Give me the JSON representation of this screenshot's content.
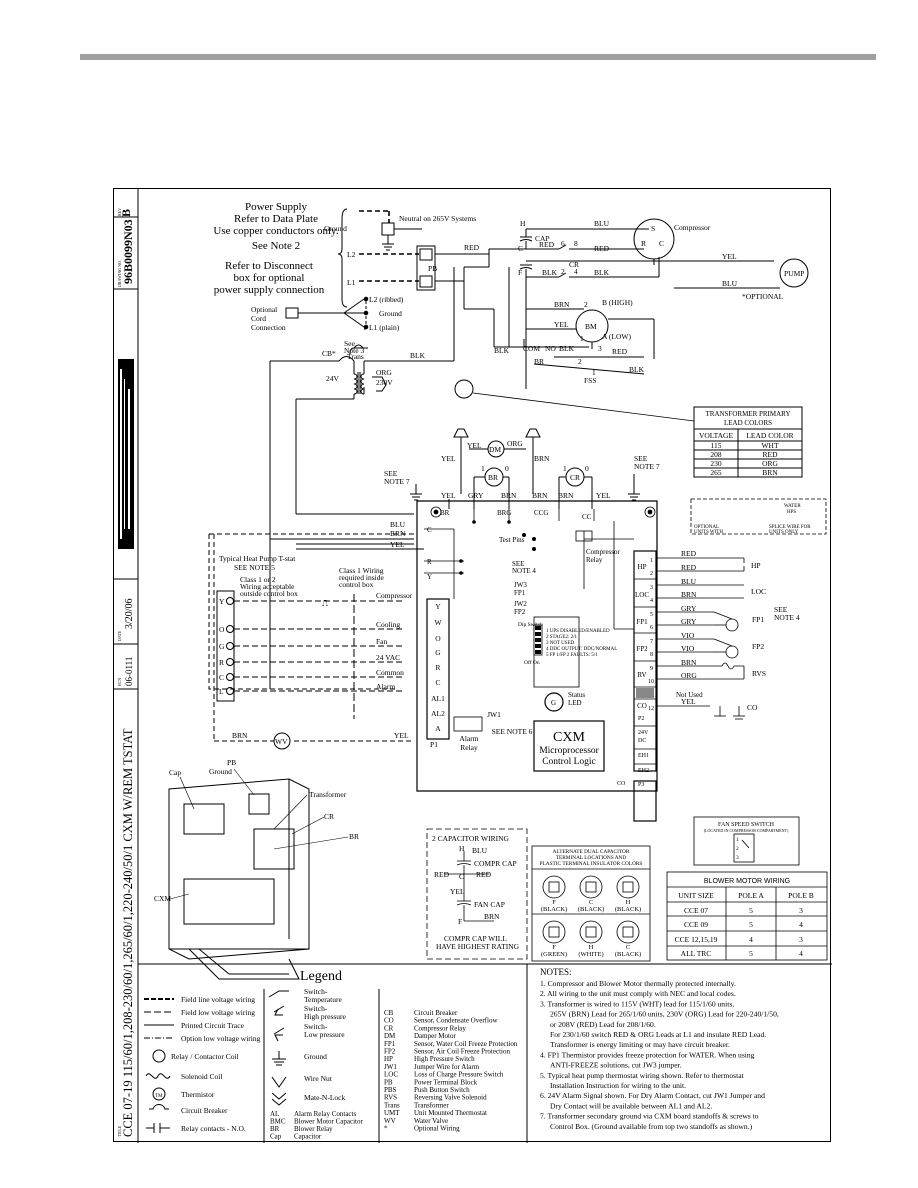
{
  "title_block": {
    "rev_label": "REV",
    "rev": "B",
    "drawing_no_label": "DRAWING NO.",
    "drawing_no": "96B0099N03",
    "date_label": "DATE",
    "date": "3/20/06",
    "ecn_label": "ECN",
    "ecn": "06-0111",
    "title_label": "TITLE",
    "title": "CCE 07-19 115/60/1,208-230/60/1,265/60/1,220-240/50/1 CXM W/REM TSTAT"
  },
  "power": {
    "supply_lines": [
      "Power Supply",
      "Refer to Data Plate",
      "Use copper conductors only.",
      "See Note 2"
    ],
    "disconnect_lines": [
      "Refer to Disconnect",
      "box for optional",
      "power supply connection"
    ],
    "neutral": "Neutral on 265V Systems",
    "ground": "Ground",
    "l2": "L2",
    "l1": "L1",
    "pb": "PB",
    "l2_ribbed": "L2 (ribbed)",
    "ground2": "Ground",
    "l1_plain": "L1 (plain)",
    "cord_lines": [
      "Optional",
      "Cord",
      "Connection"
    ],
    "see_note3": [
      "See",
      "Note 3",
      "Trans"
    ],
    "cb": "CB*",
    "v24": "24V",
    "org": "ORG",
    "v230": "230V",
    "blk": "BLK",
    "red": "RED"
  },
  "compressor": {
    "h": "H",
    "blu": "BLU",
    "cap": "CAP",
    "c": "C",
    "f": "F",
    "red": "RED",
    "cr": "CR",
    "blk": "BLK",
    "n6": "6",
    "n8": "8",
    "n2": "2",
    "n4": "4",
    "s": "S",
    "r": "R",
    "c2": "C",
    "compressor": "Compressor",
    "yel": "YEL",
    "blu2": "BLU",
    "pump": "PUMP",
    "optional": "*OPTIONAL"
  },
  "blower": {
    "brn": "BRN",
    "n2": "2",
    "b_high": "B (HIGH)",
    "yel": "YEL",
    "bm": "BM",
    "a_low": "A (LOW)",
    "n1": "1",
    "n3": "3",
    "red": "RED",
    "blk": "BLK",
    "com": "COM",
    "no": "NO",
    "blk2": "BLK",
    "br": "BR",
    "n2b": "2",
    "n1b": "1",
    "fss": "FSS",
    "blk3": "BLK"
  },
  "transformer_table": {
    "title": [
      "TRANSFORMER PRIMARY",
      "LEAD COLORS"
    ],
    "headers": [
      "VOLTAGE",
      "LEAD COLOR"
    ],
    "rows": [
      [
        "115",
        "WHT"
      ],
      [
        "208",
        "RED"
      ],
      [
        "230",
        "ORG"
      ],
      [
        "265",
        "BRN"
      ]
    ]
  },
  "relays": {
    "yel": "YEL",
    "dm": "DM",
    "org": "ORG",
    "brn": "BRN",
    "br": "BR",
    "cr": "CR",
    "n1": "1",
    "n0": "0",
    "n1b": "1",
    "n0b": "0",
    "see_note7": [
      "SEE",
      "NOTE 7"
    ],
    "see_note7b": [
      "SEE",
      "NOTE 7"
    ],
    "yel2": "YEL",
    "gry": "GRY",
    "brn2": "BRN",
    "brn3": "BRN",
    "brn4": "BRN",
    "yel3": "YEL"
  },
  "thermostat": {
    "title": [
      "Typical Heat Pump T-stat",
      "SEE NOTE 5"
    ],
    "class12": [
      "Class 1 or 2",
      "Wiring acceptable",
      "outside control box"
    ],
    "class1": [
      "Class 1 Wiring",
      "required inside",
      "control box"
    ],
    "terminals": [
      "Y",
      "O",
      "G",
      "R",
      "C",
      "L"
    ],
    "functions": [
      "Compressor",
      "Cooling",
      "Fan",
      "24 VAC",
      "Common",
      "Alarm"
    ],
    "blu": "BLU",
    "brn": "BRN",
    "yel": "YEL",
    "brn2": "BRN",
    "wv": "WV",
    "yel2": "YEL"
  },
  "cxm": {
    "br": "BR",
    "brg": "BRG",
    "ccg": "CCG",
    "cc": "CC",
    "c": "C",
    "r": "R",
    "y": "Y",
    "test_pins": "Test Pins",
    "see_note4": [
      "SEE",
      "NOTE 4"
    ],
    "jw3": "JW3",
    "fp1": "FP1",
    "jw2": "JW2",
    "fp2": "FP2",
    "dip_switch": "Dip Switch",
    "dip_rows": [
      "1 UPS DISABLED/ENABLED",
      "2 STAGE2: 2/1",
      "3 NOT USED",
      "4 DDC OUTPUT: DDC/NORMAL",
      "5 FP 1/FP 2 FAULTS: 5/1"
    ],
    "off_on": "Off On",
    "status_led": [
      "Status",
      "LED"
    ],
    "g": "G",
    "terms": [
      "Y",
      "W",
      "O",
      "G",
      "R",
      "C",
      "AL1",
      "AL2",
      "A"
    ],
    "p1": "P1",
    "jw1": "JW1",
    "alarm_relay": [
      "Alarm",
      "Relay"
    ],
    "see_note6": "SEE NOTE 6",
    "cxm": "CXM",
    "cxm_sub": [
      "Microprocessor",
      "Control Logic"
    ],
    "comp_relay": [
      "Compressor",
      "Relay"
    ],
    "right_terms": [
      "HP",
      "LOC",
      "FP1",
      "FP2",
      "RV",
      "CO"
    ],
    "pins": [
      "1",
      "2",
      "3",
      "4",
      "5",
      "6",
      "7",
      "8",
      "9",
      "10",
      "11",
      "12"
    ],
    "p2": "P2",
    "dc24": [
      "24V",
      "DC"
    ],
    "eh1": "EH1",
    "eh2": "EH2",
    "p3": "P3",
    "co": "CO",
    "not_used": "Not Used"
  },
  "sensors": {
    "wires": [
      "RED",
      "RED",
      "BLU",
      "BRN",
      "GRY",
      "GRY",
      "VIO",
      "VIO",
      "BRN",
      "ORG",
      "YEL"
    ],
    "hp": "HP",
    "loc": "LOC",
    "fp1": "FP1",
    "fp2": "FP2",
    "rvs": "RVS",
    "co": "CO",
    "see_note4": [
      "SEE",
      "NOTE 4"
    ],
    "water": [
      "WATER",
      "HPS"
    ],
    "optional": [
      "OPTIONAL",
      "UNITS WITH",
      "WATER HPS"
    ],
    "splice": [
      "SPLICE WIRE FOR",
      "UNITS ONLY"
    ]
  },
  "components": {
    "cap": "Cap",
    "pb": "PB",
    "ground": "Ground",
    "transformer": "Transformer",
    "cr": "CR",
    "br": "BR",
    "cxm": "CXM"
  },
  "cap_wiring": {
    "title": "2 CAPACITOR WIRING",
    "h": "H",
    "blu": "BLU",
    "compr_cap": "COMPR CAP",
    "red": "RED",
    "c": "C",
    "red2": "RED",
    "yel": "YEL",
    "fan_cap": "FAN CAP",
    "f": "F",
    "brn": "BRN",
    "note": [
      "COMPR CAP WILL",
      "HAVE HIGHEST RATING"
    ]
  },
  "alt_cap": {
    "title": [
      "ALTERNATE DUAL CAPACITOR",
      "TERMINAL LOCATIONS AND",
      "PLASTIC TERMINAL INSULATOR COLORS"
    ],
    "row1": [
      [
        "F",
        "(BLACK)"
      ],
      [
        "C",
        "(BLACK)"
      ],
      [
        "H",
        "(BLACK)"
      ]
    ],
    "row2": [
      [
        "F",
        "(GREEN)"
      ],
      [
        "H",
        "(WHITE)"
      ],
      [
        "C",
        "(BLACK)"
      ]
    ]
  },
  "fan_speed": {
    "title": "FAN SPEED SWITCH",
    "sub": "(LOCATED IN COMPRESSOR COMPARTMENT)",
    "pos": [
      "1",
      "2",
      "3"
    ]
  },
  "blower_table": {
    "title": "BLOWER MOTOR WIRING",
    "headers": [
      "UNIT SIZE",
      "POLE A",
      "POLE B"
    ],
    "rows": [
      [
        "CCE 07",
        "5",
        "3"
      ],
      [
        "CCE 09",
        "5",
        "4"
      ],
      [
        "CCE 12,15,19",
        "4",
        "3"
      ],
      [
        "ALL TRC",
        "5",
        "4"
      ]
    ]
  },
  "legend": {
    "title": "Legend",
    "lines": [
      "Field line voltage wiring",
      "Field low voltage wiring",
      "Printed Circuit Trace",
      "Option low voltage wiring"
    ],
    "symbols": [
      "Relay / Contactor Coil",
      "Solenoid Coil",
      "Thermistor",
      "Circuit Breaker",
      "Relay contacts - N.O."
    ],
    "switches": [
      [
        "Switch-",
        "Temperature"
      ],
      [
        "Switch-",
        "High pressure"
      ],
      [
        "Switch-",
        "Low pressure"
      ],
      [
        "Ground"
      ],
      [
        "Wire Nut"
      ],
      [
        "Mate-N-Lock"
      ]
    ],
    "tm": "TM",
    "abbr": [
      [
        "CB",
        "Circuit Breaker"
      ],
      [
        "CO",
        "Sensor, Condensate Overflow"
      ],
      [
        "CR",
        "Compressor Relay"
      ],
      [
        "DM",
        "Damper Motor"
      ],
      [
        "FP1",
        "Sensor, Water Coil Freeze Protection"
      ],
      [
        "FP2",
        "Sensor, Air Coil Freeze Protection"
      ],
      [
        "HP",
        "High Pressure Switch"
      ],
      [
        "JW1",
        "Jumper Wire for Alarm"
      ],
      [
        "LOC",
        "Loss of Charge Pressure Switch"
      ],
      [
        "PB",
        "Power Terminal Block"
      ],
      [
        "PBS",
        "Push Button Switch"
      ],
      [
        "RVS",
        "Reversing Valve Solenoid"
      ],
      [
        "Trans",
        "Transformer"
      ],
      [
        "UMT",
        "Unit Mounted Thermostat"
      ],
      [
        "WV",
        "Water Valve"
      ],
      [
        "*",
        "Optional Wiring"
      ]
    ],
    "abbr2": [
      [
        "AL",
        "Alarm Relay Contacts"
      ],
      [
        "BMC",
        "Blower Motor Capacitor"
      ],
      [
        "BR",
        "Blower Relay"
      ],
      [
        "Cap",
        "Capacitor"
      ]
    ]
  },
  "notes": {
    "title": "NOTES:",
    "lines": [
      "1. Compressor and Blower Motor thermally protected internally.",
      "2. All wiring to the unit must comply with NEC and local codes.",
      "3. Transformer is wired to 115V (WHT) lead for 115/1/60 units,",
      "265V (BRN) Lead for 265/1/60 units, 230V (ORG) Lead for 220-240/1/50,",
      "or 208V (RED) Lead for 208/1/60.",
      "For 230/1/60 switch RED & ORG Leads at L1 and insulate RED Lead.",
      "Transformer is energy limiting or may have circuit breaker.",
      "4. FP1 Thermistor provides freeze protection for WATER.  When using",
      "ANTI-FREEZE solutions, cut JW3 jumper.",
      "5. Typical heat pump thermostat wiring shown. Refer to thermostat",
      "Installation Instruction for wiring to the unit.",
      "6. 24V Alarm Signal shown. For Dry Alarm Contact, cut JW1 Jumper and",
      "Dry Contact will be available between AL1 and AL2.",
      "7. Transformer secondary ground via CXM board standoffs & screws to",
      "Control Box. (Ground available from top two standoffs as shown.)"
    ]
  }
}
